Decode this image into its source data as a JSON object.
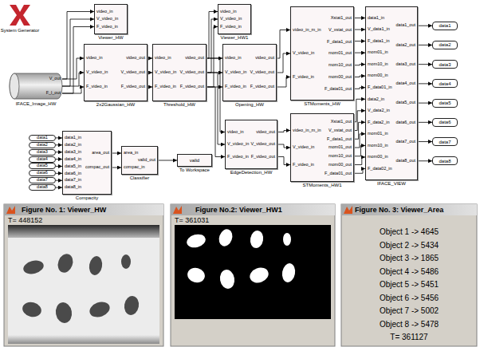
{
  "diagram": {
    "nodes": [
      {
        "text": [
          "System Generator"
        ]
      },
      {
        "text": [
          "V_out",
          "F_l_out",
          "IFACE_Image_HW"
        ]
      },
      {
        "text": [
          "video_in",
          "V_video_in",
          "F_video_in",
          "Viewer_HW"
        ]
      },
      {
        "text": [
          "video_in",
          "V_video_in",
          "F_video_in",
          "video_out",
          "V_video_out",
          "F_video_out",
          "2x2Gaussian_HW"
        ]
      },
      {
        "text": [
          "video_in",
          "V_video_in",
          "F_video_in",
          "video_out",
          "V_video_out",
          "F_video_out",
          "Threshold_HW"
        ]
      },
      {
        "text": [
          "video_in",
          "V_video_in",
          "F_video_in",
          "Viewer_HW1"
        ]
      },
      {
        "text": [
          "video_in",
          "V_video_in",
          "F_video_in",
          "video_out",
          "V_video_out",
          "F_video_out",
          "Opening_HW"
        ]
      },
      {
        "text": [
          "video_in",
          "V_video_in",
          "F_video_in",
          "video_out",
          "V_video_out",
          "F_video_out",
          "EdgeDetection_HW"
        ]
      },
      {
        "text": [
          "video_in_m_in",
          "V_video_in",
          "F_video_in",
          "Xstat1_out",
          "V_xstat_out",
          "F_data1_out",
          "mom01_out",
          "mom10_out",
          "mom00_out",
          "F_data01_out",
          "STMoments_HW"
        ]
      },
      {
        "text": [
          "video_in_m_in",
          "V_video_in",
          "F_video_in",
          "Xstat1_out",
          "V_xstat_out",
          "F_data1_out",
          "mom01_out",
          "mom10_out",
          "mom00_out",
          "F_data01_out",
          "STMoments_HW1"
        ]
      },
      {
        "text": [
          "data1_in",
          "V_data1_in",
          "F_data1_in",
          "mom01_in",
          "mom10_in",
          "mom00_in",
          "F_data01_in",
          "data2_in",
          "V_data2_in",
          "F_data2_in",
          "mom01_in",
          "mom10_in",
          "mom00_in",
          "F_data02_in",
          "data1_out",
          "data2_out",
          "data3_out",
          "data4_out",
          "data5_out",
          "data6_out",
          "data7_out",
          "data8_out",
          "IFACE_VIEW"
        ]
      },
      {
        "text": [
          "data1"
        ]
      },
      {
        "text": [
          "data2"
        ]
      },
      {
        "text": [
          "data3"
        ]
      },
      {
        "text": [
          "data4"
        ]
      },
      {
        "text": [
          "data5"
        ]
      },
      {
        "text": [
          "data6"
        ]
      },
      {
        "text": [
          "data7"
        ]
      },
      {
        "text": [
          "data8"
        ]
      },
      {
        "text": [
          "data1"
        ]
      },
      {
        "text": [
          "data2"
        ]
      },
      {
        "text": [
          "data3"
        ]
      },
      {
        "text": [
          "data4"
        ]
      },
      {
        "text": [
          "data5"
        ]
      },
      {
        "text": [
          "data6"
        ]
      },
      {
        "text": [
          "data7"
        ]
      },
      {
        "text": [
          "data8"
        ]
      },
      {
        "text": [
          "data1_in",
          "data2_in",
          "data3_in",
          "data4_in",
          "data5_in",
          "data6_in",
          "data7_in",
          "data8_in",
          "area_out",
          "compac_out",
          "Compacity"
        ]
      },
      {
        "text": [
          "area_in",
          "valid_out",
          "compac_in",
          "Classifier"
        ]
      },
      {
        "text": [
          "valid",
          "To Workspace"
        ]
      },
      {
        "text": [
          "Figure No. 1: Viewer_HW",
          "T= 448152"
        ]
      },
      {
        "text": [
          "Figure No.2: Viewer_HW1",
          "T= 361031"
        ]
      },
      {
        "text": [
          "Figure No. 3: Viewer_Area",
          "Object 1 -> 4645",
          "Object 2 -> 5434",
          "Object 3 -> 1865",
          "Object 4 -> 5486",
          "Object 5 -> 5451",
          "Object 6 -> 5456",
          "Object 7 -> 5002",
          "Object 8 -> 5478",
          "T= 361127"
        ]
      }
    ],
    "edges": [
      {
        "from": 1,
        "to": 2,
        "arrow": "to"
      },
      {
        "from": 1,
        "to": 2,
        "arrow": "to"
      },
      {
        "from": 1,
        "to": 2,
        "arrow": "to"
      },
      {
        "from": 1,
        "to": 3,
        "arrow": "to"
      },
      {
        "from": 1,
        "to": 3,
        "arrow": "to"
      },
      {
        "from": 1,
        "to": 3,
        "arrow": "to"
      },
      {
        "from": 3,
        "to": 4,
        "arrow": "to"
      },
      {
        "from": 3,
        "to": 4,
        "arrow": "to"
      },
      {
        "from": 3,
        "to": 4,
        "arrow": "to"
      },
      {
        "from": 4,
        "to": 5,
        "arrow": "to"
      },
      {
        "from": 4,
        "to": 5,
        "arrow": "to"
      },
      {
        "from": 4,
        "to": 5,
        "arrow": "to"
      },
      {
        "from": 4,
        "to": 6,
        "arrow": "to"
      },
      {
        "from": 4,
        "to": 6,
        "arrow": "to"
      },
      {
        "from": 4,
        "to": 6,
        "arrow": "to"
      },
      {
        "from": 4,
        "to": 7,
        "arrow": "to"
      },
      {
        "from": 4,
        "to": 7,
        "arrow": "to"
      },
      {
        "from": 4,
        "to": 7,
        "arrow": "to"
      },
      {
        "from": 6,
        "to": 8,
        "arrow": "to"
      },
      {
        "from": 6,
        "to": 8,
        "arrow": "to"
      },
      {
        "from": 6,
        "to": 8,
        "arrow": "to"
      },
      {
        "from": 7,
        "to": 9,
        "arrow": "to"
      },
      {
        "from": 7,
        "to": 9,
        "arrow": "to"
      },
      {
        "from": 7,
        "to": 9,
        "arrow": "to"
      },
      {
        "from": 8,
        "to": 10,
        "arrow": "to"
      },
      {
        "from": 8,
        "to": 10,
        "arrow": "to"
      },
      {
        "from": 8,
        "to": 10,
        "arrow": "to"
      },
      {
        "from": 8,
        "to": 10,
        "arrow": "to"
      },
      {
        "from": 8,
        "to": 10,
        "arrow": "to"
      },
      {
        "from": 8,
        "to": 10,
        "arrow": "to"
      },
      {
        "from": 8,
        "to": 10,
        "arrow": "to"
      },
      {
        "from": 9,
        "to": 10,
        "arrow": "to"
      },
      {
        "from": 9,
        "to": 10,
        "arrow": "to"
      },
      {
        "from": 9,
        "to": 10,
        "arrow": "to"
      },
      {
        "from": 9,
        "to": 10,
        "arrow": "to"
      },
      {
        "from": 9,
        "to": 10,
        "arrow": "to"
      },
      {
        "from": 9,
        "to": 10,
        "arrow": "to"
      },
      {
        "from": 9,
        "to": 10,
        "arrow": "to"
      },
      {
        "from": 10,
        "to": 11,
        "arrow": "to"
      },
      {
        "from": 10,
        "to": 12,
        "arrow": "to"
      },
      {
        "from": 10,
        "to": 13,
        "arrow": "to"
      },
      {
        "from": 10,
        "to": 14,
        "arrow": "to"
      },
      {
        "from": 10,
        "to": 15,
        "arrow": "to"
      },
      {
        "from": 10,
        "to": 16,
        "arrow": "to"
      },
      {
        "from": 10,
        "to": 17,
        "arrow": "to"
      },
      {
        "from": 10,
        "to": 18,
        "arrow": "to"
      },
      {
        "from": 19,
        "to": 27,
        "arrow": "to"
      },
      {
        "from": 20,
        "to": 27,
        "arrow": "to"
      },
      {
        "from": 21,
        "to": 27,
        "arrow": "to"
      },
      {
        "from": 22,
        "to": 27,
        "arrow": "to"
      },
      {
        "from": 23,
        "to": 27,
        "arrow": "to"
      },
      {
        "from": 24,
        "to": 27,
        "arrow": "to"
      },
      {
        "from": 25,
        "to": 27,
        "arrow": "to"
      },
      {
        "from": 26,
        "to": 27,
        "arrow": "to"
      },
      {
        "from": 27,
        "to": 28,
        "arrow": "to"
      },
      {
        "from": 27,
        "to": 28,
        "arrow": "to"
      },
      {
        "from": 28,
        "to": 29,
        "arrow": "to"
      }
    ]
  }
}
